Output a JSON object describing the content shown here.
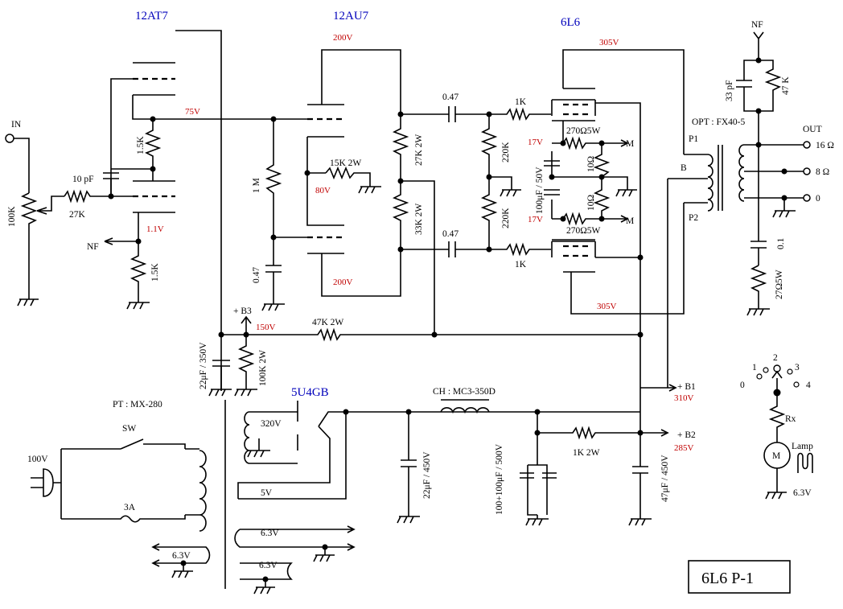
{
  "tubes": {
    "v1": "12AT7",
    "v2": "12AU7",
    "v3": "6L6",
    "rect": "5U4GB"
  },
  "voltages": {
    "v1_plate": "75V",
    "v1_cathode": "1.1V",
    "v2_plate_a": "200V",
    "v2_plate_b": "200V",
    "v2_cathode": "80V",
    "screen_top": "305V",
    "screen_bottom": "305V",
    "cathode_top": "17V",
    "cathode_bottom": "17V",
    "b3": "150V",
    "b1": "310V",
    "b2": "285V"
  },
  "labels": {
    "input": "IN",
    "vol_pot": "100K",
    "grid_r": "27K",
    "comp_cap": "10 pF",
    "plate_r1": "1.5K",
    "cathode_r1": "1.5K",
    "nf_in": "NF",
    "grid_leak": "1 M",
    "couple_cap1": "0.47",
    "cathode_r2": "15K 2W",
    "plate_r2a": "27K 2W",
    "plate_r2b": "33K 2W",
    "couple_top": "0.47",
    "couple_bottom": "0.47",
    "grid_stop_top": "1K",
    "grid_stop_bottom": "1K",
    "bias_r_top": "220K",
    "bias_r_bottom": "220K",
    "cathode_cap": "100μF / 50V",
    "cath_res_top": "270Ω5W",
    "cath_res_bottom": "270Ω5W",
    "meter_r_top": "10Ω",
    "meter_r_bottom": "10Ω",
    "meter_top": "M",
    "meter_bottom": "M",
    "opt": "OPT : FX40-5",
    "p1": "P1",
    "p2": "P2",
    "b": "B",
    "nf_out": "NF",
    "nf_cap": "33 pF",
    "nf_res": "47 K",
    "out": "OUT",
    "tap16": "16 Ω",
    "tap8": "8 Ω",
    "tap0": "0",
    "zobel_cap": "0.1",
    "zobel_res": "27Ω5W",
    "b3": "+ B3",
    "drop_r": "47K 2W",
    "b3_cap": "22μF / 350V",
    "b3_res": "100K 2W",
    "b1": "+ B1",
    "b2": "+ B2",
    "pt": "PT : MX-280",
    "sw": "SW",
    "mains": "100V",
    "fuse": "3A",
    "hv": "320V",
    "fil5": "5V",
    "fil63a": "6.3V",
    "fil63b": "6.3V",
    "fil63c": "6.3V",
    "choke": "CH : MC3-350D",
    "rect_cap": "22μF / 450V",
    "filter_cap": "100+100μF / 500V",
    "b2_res": "1K 2W",
    "b2_cap": "47μF / 450V",
    "sel1": "1",
    "sel2": "2",
    "sel3": "3",
    "sel0": "0",
    "sel4": "4",
    "rx": "Rx",
    "meter_m": "M",
    "lamp": "Lamp",
    "lamp_v": "6.3V"
  },
  "title": "6L6 P-1"
}
